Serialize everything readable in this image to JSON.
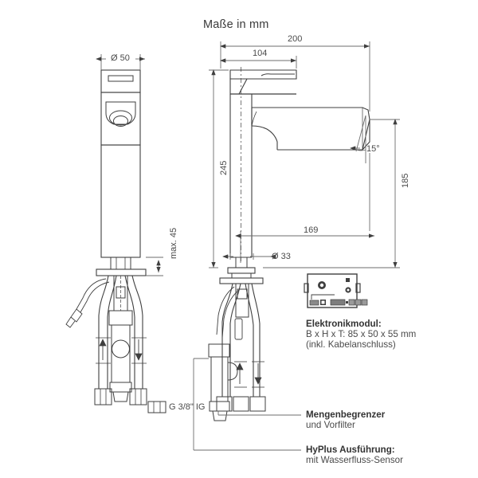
{
  "title": "Maße in mm",
  "dimensions": {
    "top_diameter": "Ø 50",
    "overall_width": "200",
    "handle_width": "104",
    "total_height": "245",
    "spout_height": "185",
    "spout_angle": "15°",
    "spout_reach": "169",
    "base_diameter": "Ø 33",
    "max_thickness": "max. 45",
    "thread": "G 3/8\" IG"
  },
  "callouts": {
    "module": {
      "line1": "Elektronikmodul:",
      "line2": "B x H x T: 85 x 50 x 55 mm",
      "line3": "(inkl. Kabelanschluss)"
    },
    "limiter": {
      "line1": "Mengenbegrenzer",
      "line2": "und Vorfilter"
    },
    "hyplus": {
      "line1": "HyPlus Ausführung:",
      "line2": "mit Wasserfluss-Sensor"
    }
  },
  "colors": {
    "line": "#3f3f3f",
    "thin": "#6d6d6d",
    "text": "#4a4a4a",
    "background": "#ffffff"
  }
}
